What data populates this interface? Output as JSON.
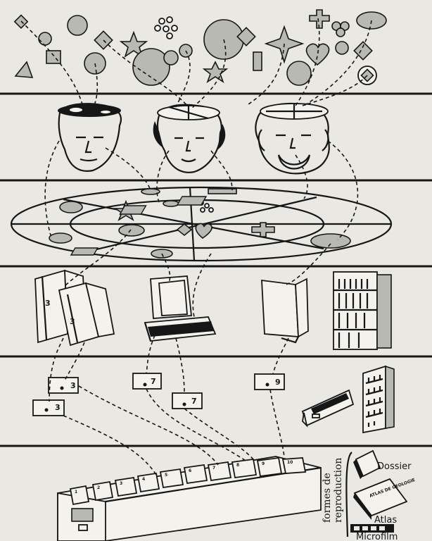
{
  "labels": {
    "forms_line1": "formes de",
    "forms_line2": "reproduction",
    "dossier": "Dossier",
    "atlas": "Atlas",
    "microfilm": "Microfilm",
    "atlas_book_title": "ATLAS DE GEOLOGIE"
  },
  "book_numbers": {
    "book_a": "3",
    "book_b": "3"
  },
  "cards": [
    {
      "number": "3"
    },
    {
      "number": "3"
    },
    {
      "number": "7"
    },
    {
      "number": "7"
    },
    {
      "number": "9"
    }
  ],
  "drawer_tabs": [
    "1",
    "2",
    "3",
    "4",
    "5",
    "6",
    "7",
    "8",
    "9",
    "10"
  ],
  "colors": {
    "ink": "#161616",
    "paper": "#e9e8e2",
    "shade": "#b9b9b3"
  }
}
